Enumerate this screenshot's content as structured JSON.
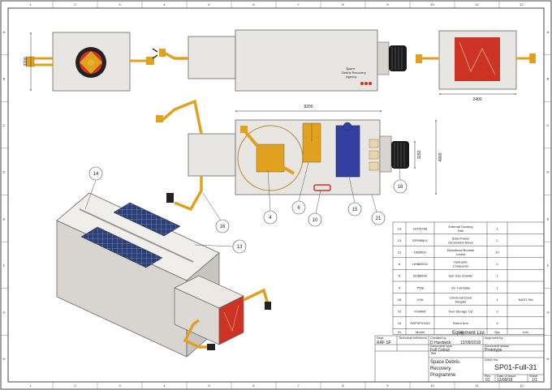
{
  "border": {
    "columns": [
      "1",
      "2",
      "3",
      "4",
      "5",
      "6",
      "7",
      "8",
      "9",
      "10",
      "11",
      "12"
    ],
    "rows": [
      "A",
      "B",
      "C",
      "D",
      "E",
      "F",
      "G",
      "H"
    ]
  },
  "dimensions": {
    "height_3200": "3200",
    "width_2400": "2400",
    "length_8200": "8200",
    "height_4000": "4000",
    "dock_1150": "1150"
  },
  "logo": {
    "line1": "Space",
    "line2": "Debris Recovery",
    "line3": "Agency"
  },
  "balloons": [
    "14",
    "13",
    "16",
    "4",
    "6",
    "10",
    "15",
    "21",
    "18"
  ],
  "equipment_list": {
    "caption": "Equipment List",
    "headers": [
      "ID",
      "Model",
      "Title",
      "Qty",
      "Info"
    ],
    "rows": [
      {
        "id": "14",
        "model": "GHT6788",
        "title": "External Docking Rail",
        "qty": "1",
        "info": ""
      },
      {
        "id": "13",
        "model": "SP9989LK",
        "title": "Solar Power Generation Block",
        "qty": "2",
        "info": ""
      },
      {
        "id": "21",
        "model": "DB5569",
        "title": "Directional Booster rocket",
        "qty": "20",
        "info": ""
      },
      {
        "id": "6",
        "model": "HH889GG",
        "title": "Hydraulic Compactor",
        "qty": "1",
        "info": ""
      },
      {
        "id": "5",
        "model": "BU88996",
        "title": "Syn Gas Smelter",
        "qty": "1",
        "info": ""
      },
      {
        "id": "4",
        "model": "T556",
        "title": "2m Turntable",
        "qty": "1",
        "info": ""
      },
      {
        "id": "18",
        "model": "UVA",
        "title": "Universal Dock Adapter",
        "qty": "1",
        "info": "NATO Std"
      },
      {
        "id": "10",
        "model": "FS8996",
        "title": "Fuel Storage Cyl",
        "qty": "3",
        "info": ""
      },
      {
        "id": "16",
        "model": "RAFSP01153",
        "title": "Robot Arm",
        "qty": "4",
        "info": ""
      }
    ]
  },
  "title_block": {
    "dept_label": "Dept.",
    "dept_value": "RAF SF",
    "tech_ref_label": "Technical reference",
    "created_by_label": "Created by",
    "created_by_value": "D Hardwick",
    "created_date": "12/09/2018",
    "approved_by_label": "Approved by",
    "doc_type_label": "Document type",
    "doc_type_value": "Full Colour",
    "doc_status_label": "Document status",
    "doc_status_value": "Prototype",
    "title_label": "Title",
    "title_line1": "Space Debris",
    "title_line2": "Recovery",
    "title_line3": "Programme",
    "dwg_no_label": "DWG No.",
    "dwg_no_value": "SP01-Full-31",
    "rev_label": "Rev.",
    "rev_value": "01",
    "issue_label": "Date of issue",
    "issue_value": "12/09/18",
    "sheet_label": "Sheet",
    "sheet_value": "1/1"
  }
}
